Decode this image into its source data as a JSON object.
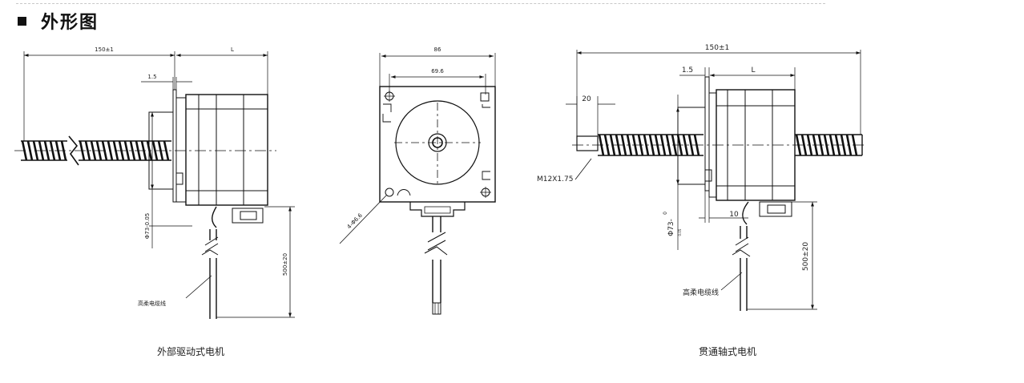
{
  "header": {
    "title": "外形图"
  },
  "captions": {
    "left": "外部驱动式电机",
    "right": "贯通轴式电机"
  },
  "left_view": {
    "dim_length": "150±1",
    "dim_motor": "L",
    "dim_flange": "1.5",
    "dim_boss": "Φ73-0.05",
    "dim_cable": "500±20",
    "cable_label": "高柔电缆线"
  },
  "front_view": {
    "dim_outer": "86",
    "dim_holes": "69.6",
    "holes_label": "4-Φ6.6"
  },
  "right_view": {
    "dim_length": "150±1",
    "dim_flange": "1.5",
    "dim_motor": "L",
    "dim_shaft": "20",
    "thread_label": "M12X1.75",
    "dim_boss": "Φ73-",
    "tol_upper": "0",
    "tol_lower": "0.05",
    "dim_10": "10",
    "dim_cable": "500±20",
    "cable_label": "高柔电缆线"
  }
}
